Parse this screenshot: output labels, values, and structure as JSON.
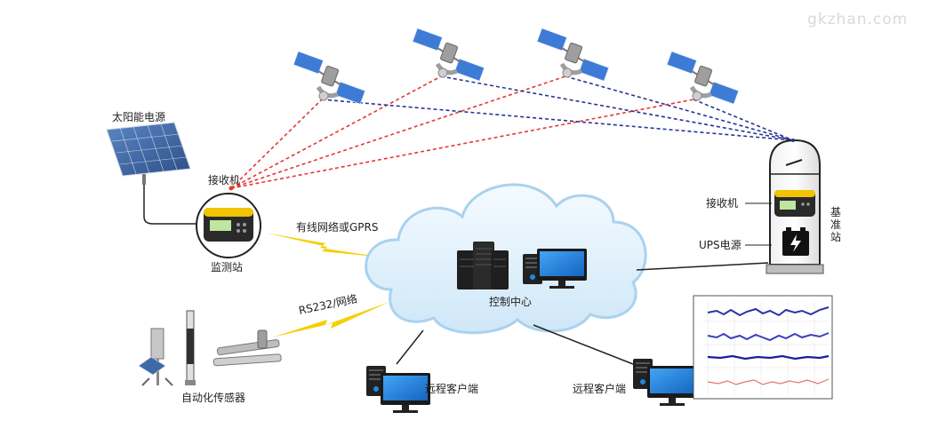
{
  "watermark": "gkzhan.com",
  "labels": {
    "solar_power": "太阳能电源",
    "receiver_left": "接收机",
    "monitoring_station": "监测站",
    "wired_or_gprs": "有线网络或GPRS",
    "rs232_network": "RS232/网络",
    "auto_sensor": "自动化传感器",
    "control_center": "控制中心",
    "remote_client_left": "远程客户端",
    "remote_client_right": "远程客户端",
    "receiver_right": "接收机",
    "ups_power": "UPS电源",
    "base_station": [
      "基",
      "准",
      "站"
    ]
  },
  "colors": {
    "red_link": "#e53935",
    "blue_link": "#283593",
    "lightning": "#f5d000",
    "cloud_fill": "#dff0fb",
    "cloud_edge": "#9fcbe8",
    "solar_panel": "#3f6aa8",
    "monitor_screen": "#1e88e5"
  }
}
